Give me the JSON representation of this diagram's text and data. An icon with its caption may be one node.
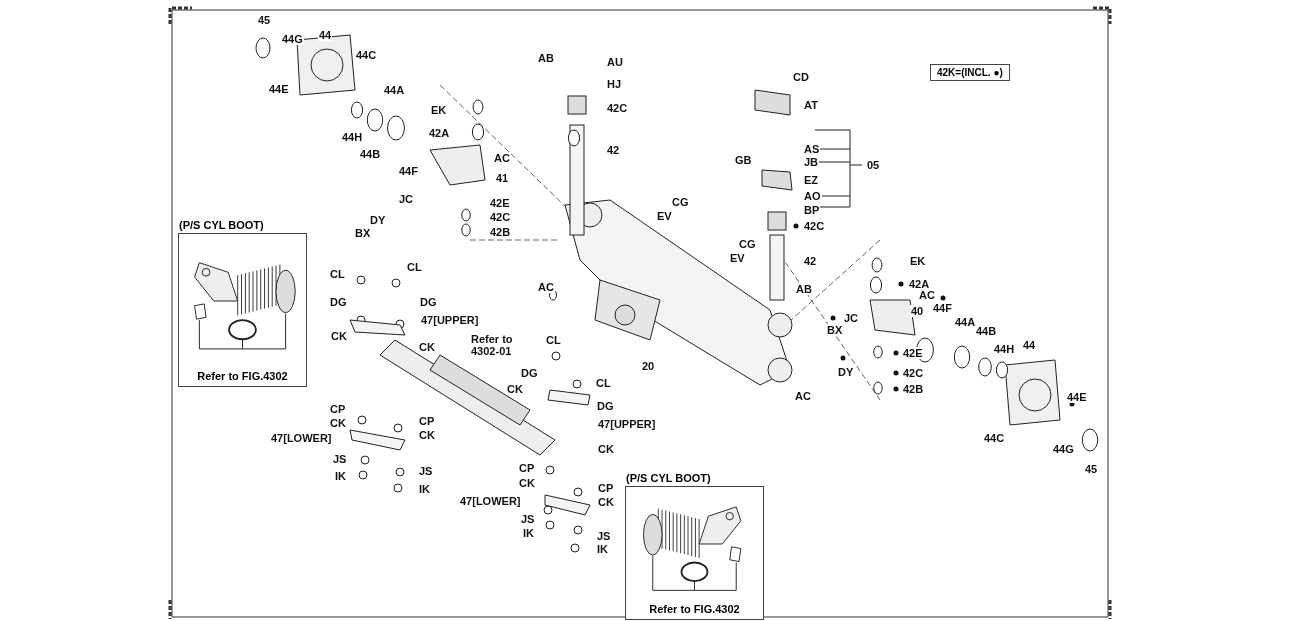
{
  "diagram": {
    "nodes": [
      {
        "text": [
          "(P/S CYL BOOT)",
          "Refer to FIG.4302"
        ]
      },
      {
        "text": [
          "(P/S CYL BOOT)",
          "Refer to FIG.4302"
        ]
      },
      {
        "text": [
          "42K=(INCL. ●)"
        ]
      }
    ],
    "edges": [],
    "labels": [
      "45",
      "44",
      "44G",
      "44C",
      "44E",
      "44A",
      "EK",
      "42A",
      "44H",
      "44B",
      "AC",
      "44F",
      "41",
      "JC",
      "42E",
      "DY",
      "42C",
      "BX",
      "42B",
      "AB",
      "AU",
      "HJ",
      "42C",
      "42",
      "AC",
      "EV",
      "CG",
      "CD",
      "AT",
      "AS",
      "GB",
      "JB",
      "05",
      "EZ",
      "AO",
      "BP",
      "42C",
      "CG",
      "EV",
      "42",
      "EK",
      "42A",
      "AB",
      "AC",
      "40",
      "44F",
      "44A",
      "JC",
      "BX",
      "44B",
      "44",
      "44H",
      "42E",
      "DY",
      "42C",
      "20",
      "42B",
      "AC",
      "44E",
      "44C",
      "44G",
      "45",
      "CL",
      "CL",
      "DG",
      "DG",
      "47[UPPER]",
      "CK",
      "CK",
      "Refer to 4302-01",
      "CL",
      "DG",
      "CL",
      "CK",
      "CP",
      "DG",
      "CK",
      "CP",
      "47[UPPER]",
      "47[LOWER]",
      "CK",
      "CK",
      "JS",
      "JS",
      "CP",
      "IK",
      "IK",
      "CK",
      "CP",
      "47[LOWER]",
      "CK",
      "JS",
      "IK",
      "JS",
      "IK"
    ]
  }
}
